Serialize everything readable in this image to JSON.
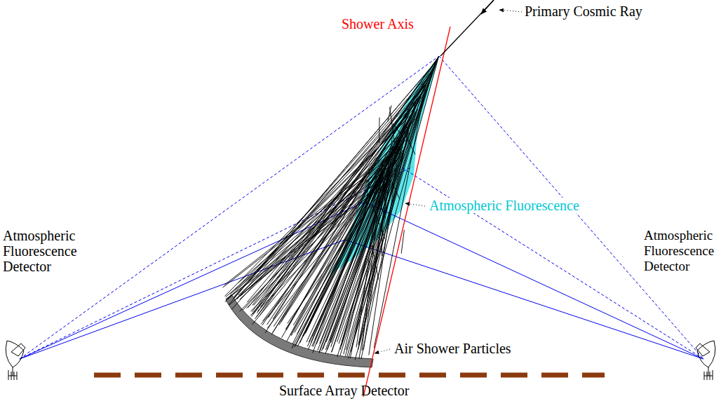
{
  "diagram": {
    "labels": [
      "Primary Cosmic Ray",
      "Shower Axis",
      "Atmospheric Fluorescence",
      "Atmospheric Fluorescence Detector",
      "Atmospheric Fluorescence Detector",
      "Air Shower Particles",
      "Surface Array Detector"
    ]
  }
}
